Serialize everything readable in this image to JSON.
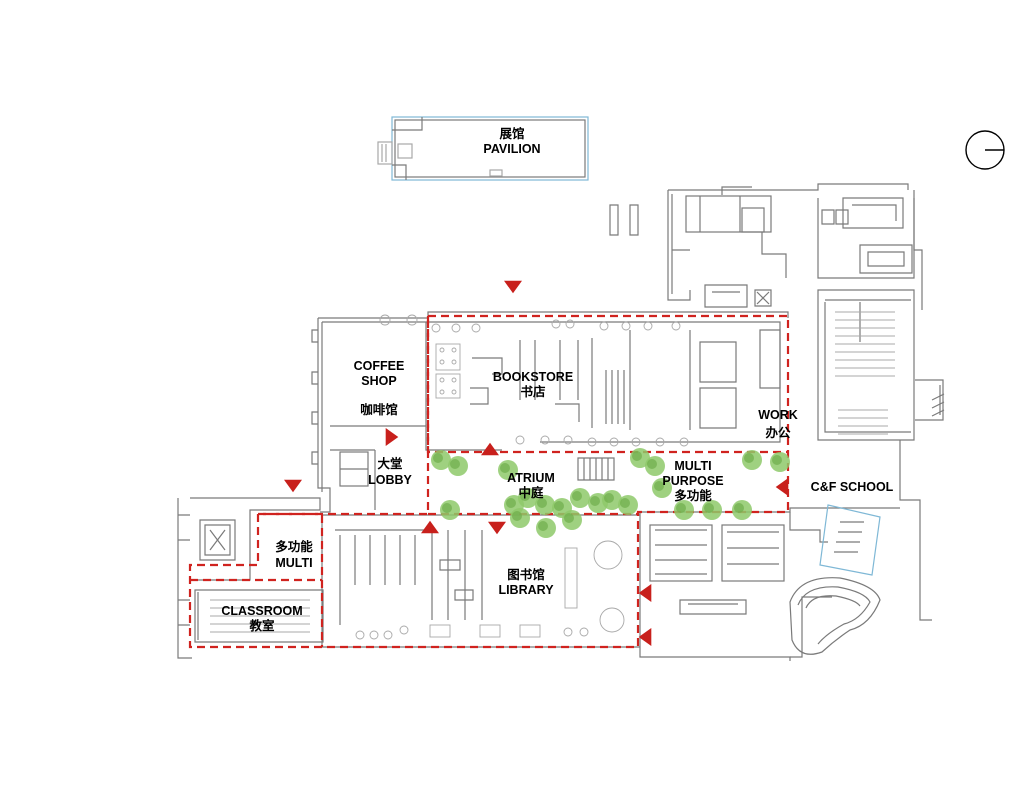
{
  "colors": {
    "wall": "#7a7a7a",
    "fine_line": "#a8a8a8",
    "blue_edge": "#7fb8d6",
    "boundary": "#d0231f",
    "arrow": "#c8201c",
    "tree": "#8ec96a",
    "tree_dark": "#6fae4c"
  },
  "compass": {
    "icon": "north-arrow-icon"
  },
  "rooms": {
    "pavilion": {
      "cn": "展馆",
      "en": "PAVILION"
    },
    "coffee": {
      "en1": "COFFEE",
      "en2": "SHOP",
      "cn": "咖啡馆"
    },
    "bookstore": {
      "en": "BOOKSTORE",
      "cn": "书店"
    },
    "work": {
      "en": "WORK",
      "cn": "办公"
    },
    "lobby": {
      "cn": "大堂",
      "en": "LOBBY"
    },
    "atrium": {
      "en": "ATRIUM",
      "cn": "中庭"
    },
    "multipurpose": {
      "en1": "MULTI",
      "en2": "PURPOSE",
      "cn": "多功能"
    },
    "cf_school": {
      "en": "C&F SCHOOL"
    },
    "multi": {
      "cn": "多功能",
      "en": "MULTI"
    },
    "library": {
      "cn": "图书馆",
      "en": "LIBRARY"
    },
    "classroom": {
      "en": "CLASSROOM",
      "cn": "教室"
    }
  },
  "entrances": [
    {
      "name": "entrance-arrow-top",
      "dir": "down"
    },
    {
      "name": "entrance-arrow-coffee",
      "dir": "right"
    },
    {
      "name": "entrance-arrow-lobby-west",
      "dir": "down"
    },
    {
      "name": "entrance-arrow-atrium-north",
      "dir": "up"
    },
    {
      "name": "entrance-arrow-library-north",
      "dir": "down"
    },
    {
      "name": "entrance-arrow-library-up",
      "dir": "up"
    },
    {
      "name": "entrance-arrow-multipurpose",
      "dir": "left"
    },
    {
      "name": "entrance-arrow-library-east-1",
      "dir": "left"
    },
    {
      "name": "entrance-arrow-library-east-2",
      "dir": "left"
    }
  ]
}
